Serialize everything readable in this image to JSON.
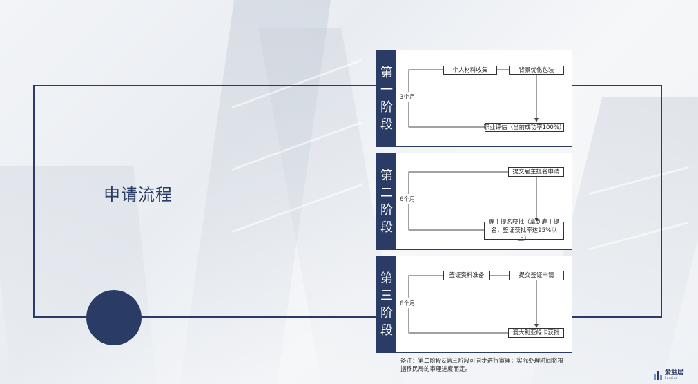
{
  "slide": {
    "title": "申请流程"
  },
  "stages": [
    {
      "label": [
        "第",
        "一",
        "阶",
        "段"
      ],
      "duration": "3个月",
      "nodes": [
        "个人材料收集",
        "背景优化包装",
        "职业评估（当前成功率100%）"
      ]
    },
    {
      "label": [
        "第",
        "二",
        "阶",
        "段"
      ],
      "duration": "6个月",
      "nodes": [
        "提交雇主提名申请",
        "雇主提名获批（拿到雇主提名，签证获批率达95%以上）"
      ]
    },
    {
      "label": [
        "第",
        "三",
        "阶",
        "段"
      ],
      "duration": "6个月",
      "nodes": [
        "签证资料准备",
        "提交签证申请",
        "澳大利亚绿卡获批"
      ]
    }
  ],
  "note": "备注：第二阶段&第三阶段可同步进行审理；实际处理时间将根据移民局的审理进度而定。",
  "logo": {
    "name": "爱益居",
    "sub": "Fuseica",
    "icon": "buildings-logo-icon"
  },
  "colors": {
    "primary": "#2a3b66",
    "background": "#eef1f5"
  }
}
